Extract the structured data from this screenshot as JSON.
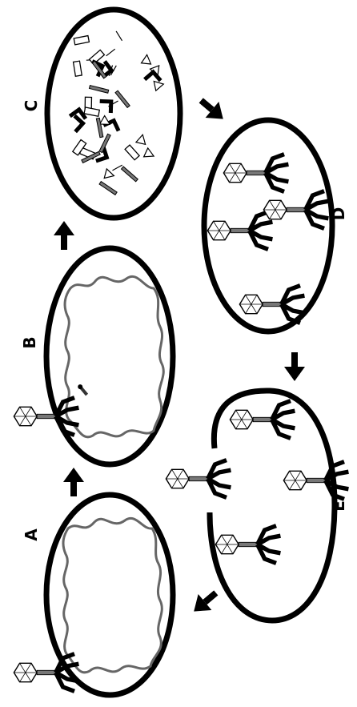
{
  "stages": [
    {
      "id": "A",
      "label": "A"
    },
    {
      "id": "B",
      "label": "B"
    },
    {
      "id": "C",
      "label": "C"
    },
    {
      "id": "D",
      "label": "D"
    },
    {
      "id": "E",
      "label": "E"
    }
  ],
  "colors": {
    "ink": "#000000",
    "paper": "#ffffff",
    "dna": "#888888"
  },
  "icons": [
    "bacteriophage-icon",
    "arrow-icon",
    "cell-membrane-icon",
    "phage-fragment-icon"
  ]
}
